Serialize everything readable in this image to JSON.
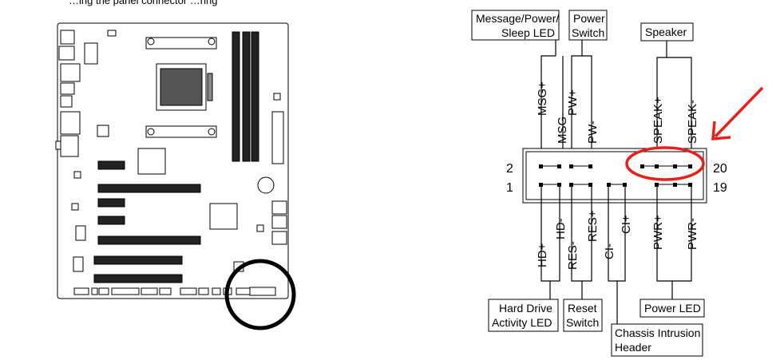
{
  "caption_fragment": "…ing the panel connector …ring",
  "header_labels": {
    "msg_led": [
      "Message/Power/",
      "Sleep LED"
    ],
    "power_switch": [
      "Power",
      "Switch"
    ],
    "speaker": "Speaker",
    "hdd_led": [
      "Hard Drive",
      "Activity LED"
    ],
    "reset_switch": [
      "Reset",
      "Switch"
    ],
    "chassis": [
      "Chassis Intrusion",
      "Header"
    ],
    "power_led": "Power LED"
  },
  "pin_numbers": {
    "top_left": "2",
    "bottom_left": "1",
    "top_right": "20",
    "bottom_right": "19"
  },
  "top_pins": [
    "MSG+",
    "MSG-",
    "PW+",
    "PW-",
    "SPEAK+",
    "SPEAK-"
  ],
  "bottom_pins": [
    "HD+",
    "HD-",
    "RES-",
    "RES+",
    "CI-",
    "CI+",
    "PWR+",
    "PWR-"
  ],
  "annotation_colors": {
    "red_circle": "#e8201a",
    "red_arrow": "#e8201a",
    "black_circle": "#000000"
  }
}
